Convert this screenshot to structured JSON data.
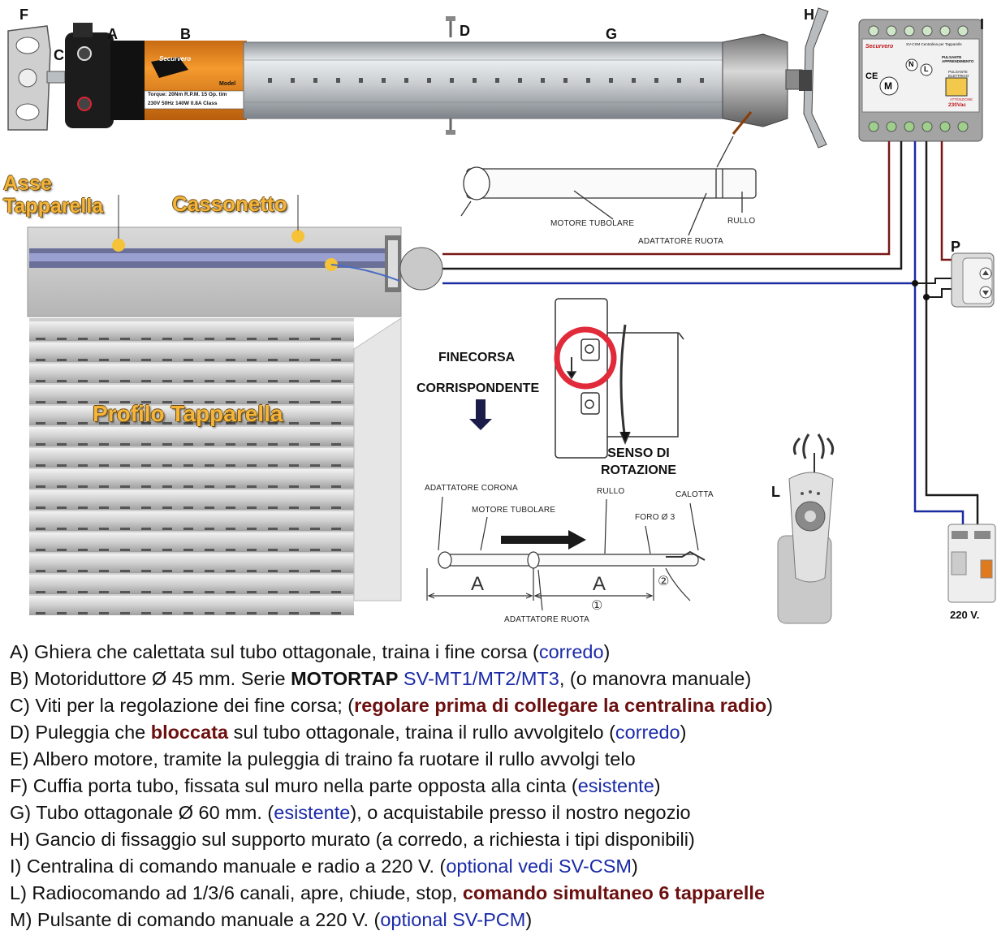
{
  "parts_top": {
    "letters": {
      "F": "F",
      "C": "C",
      "A": "A",
      "B": "B",
      "D": "D",
      "G": "G",
      "H": "H",
      "I": "I",
      "P": "P",
      "L": "L"
    },
    "motor_brand": "Securvero",
    "motor_label_torque": "Torque: 20Nm",
    "motor_label_rpm": "R.P.M. 15",
    "motor_label_op": "Op. tim",
    "motor_label_model": "Model",
    "motor_label_v": "230V",
    "motor_label_hz": "50Hz",
    "motor_label_w": "140W",
    "motor_label_a": "0.8A",
    "motor_label_class": "Class"
  },
  "control_unit": {
    "brand": "Securvero",
    "title": "SV-CSM Centralina per Tapparelle",
    "learn_button": "PULSANTE APPRENDIMENTO",
    "pulsante_elettrico": "PULSANTE ELETTRICO",
    "attenzione": "ATTENZIONE",
    "voltage": "230Vac",
    "n_symbol": "N",
    "l_symbol": "L",
    "m_symbol": "M",
    "ce": "CE"
  },
  "schematic_labels": {
    "motore_tubolare": "MOTORE TUBOLARE",
    "adattatore_ruota": "ADATTATORE RUOTA",
    "rullo": "RULLO"
  },
  "shutter": {
    "asse": "Asse\nTapparella",
    "cassonetto": "Cassonetto",
    "profilo": "Profilo Tapparella"
  },
  "limit_switch": {
    "finecorsa": "FINECORSA",
    "corrispondente": "CORRISPONDENTE",
    "senso": "SENSO DI\nROTAZIONE"
  },
  "assembly": {
    "adattatore_corona": "ADATTATORE CORONA",
    "motore_tubolare": "MOTORE TUBOLARE",
    "rullo": "RULLO",
    "calotta": "CALOTTA",
    "foro": "FORO Ø 3",
    "a1": "A",
    "a2": "A",
    "step1": "①",
    "step2": "②",
    "adattatore_ruota": "ADATTATORE RUOTA"
  },
  "breaker_voltage": "220 V.",
  "legend": [
    {
      "parts": [
        {
          "t": "A) Ghiera che calettata sul tubo ottagonale, traina i fine corsa ("
        },
        {
          "t": "corredo",
          "c": "blue"
        },
        {
          "t": ")"
        }
      ]
    },
    {
      "parts": [
        {
          "t": "B) Motoriduttore Ø 45 mm. Serie "
        },
        {
          "t": "MOTORTAP",
          "c": "bold"
        },
        {
          "t": " "
        },
        {
          "t": "SV-MT1/MT2/MT3",
          "c": "blue"
        },
        {
          "t": ", (o manovra manuale)"
        }
      ]
    },
    {
      "parts": [
        {
          "t": "C) Viti per la regolazione dei fine corsa; ("
        },
        {
          "t": "regolare prima di collegare la centralina radio",
          "c": "dark-red"
        },
        {
          "t": ")"
        }
      ]
    },
    {
      "parts": [
        {
          "t": "D) Puleggia che "
        },
        {
          "t": "bloccata",
          "c": "dark-red"
        },
        {
          "t": " sul tubo ottagonale, traina il rullo avvolgitelo ("
        },
        {
          "t": "corredo",
          "c": "blue"
        },
        {
          "t": ")"
        }
      ]
    },
    {
      "parts": [
        {
          "t": "E) Albero motore, tramite la puleggia di traino fa ruotare il rullo avvolgi telo"
        }
      ]
    },
    {
      "parts": [
        {
          "t": "F) Cuffia porta tubo, fissata sul muro nella parte opposta alla cinta ("
        },
        {
          "t": "esistente",
          "c": "blue"
        },
        {
          "t": ")"
        }
      ]
    },
    {
      "parts": [
        {
          "t": "G) Tubo ottagonale Ø 60 mm. ("
        },
        {
          "t": "esistente",
          "c": "blue"
        },
        {
          "t": "), o acquistabile presso il nostro negozio"
        }
      ]
    },
    {
      "parts": [
        {
          "t": "H) Gancio di fissaggio sul supporto murato (a corredo, a richiesta i tipi disponibili)"
        }
      ]
    },
    {
      "parts": [
        {
          "t": "I) Centralina di comando manuale e radio a 220 V. ("
        },
        {
          "t": "optional vedi SV-CSM",
          "c": "blue"
        },
        {
          "t": ")"
        }
      ]
    },
    {
      "parts": [
        {
          "t": "L) Radiocomando ad 1/3/6 canali, apre, chiude, stop, "
        },
        {
          "t": "comando simultaneo 6 tapparelle",
          "c": "dark-red"
        }
      ]
    },
    {
      "parts": [
        {
          "t": "M) Pulsante di comando manuale a 220 V. ("
        },
        {
          "t": "optional SV-PCM",
          "c": "blue"
        },
        {
          "t": ")"
        }
      ]
    }
  ]
}
